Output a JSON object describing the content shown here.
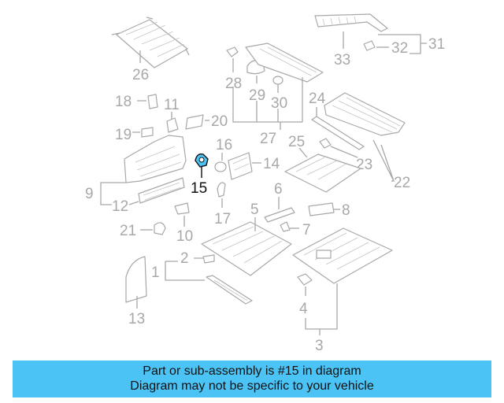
{
  "diagram": {
    "callouts": [
      "1",
      "2",
      "3",
      "4",
      "5",
      "6",
      "7",
      "8",
      "9",
      "10",
      "11",
      "12",
      "13",
      "14",
      "15",
      "16",
      "17",
      "18",
      "19",
      "20",
      "21",
      "22",
      "23",
      "24",
      "25",
      "26",
      "27",
      "28",
      "29",
      "30",
      "31",
      "32",
      "33"
    ],
    "highlighted_part": "15",
    "highlight_color": "#4cc3f5",
    "line_color": "#a8a8a8"
  },
  "banner": {
    "line1": "Part or sub-assembly is #15 in diagram",
    "line2": "Diagram may not be specific to your vehicle",
    "background": "#4cc3f5"
  }
}
